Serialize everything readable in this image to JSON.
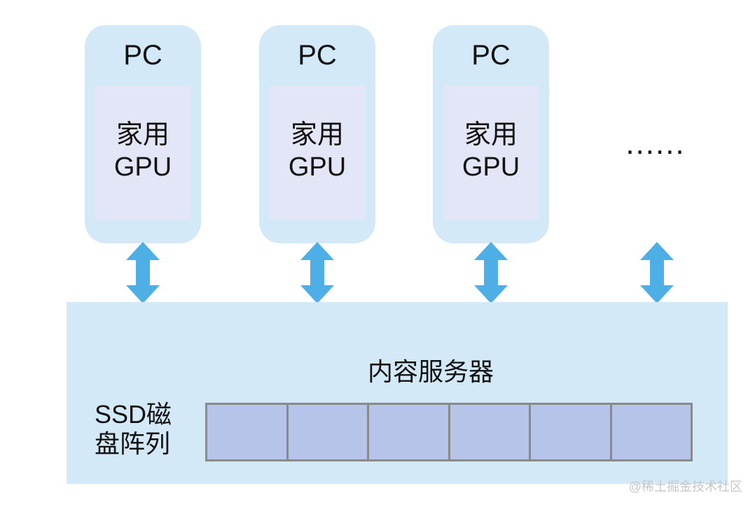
{
  "pcs": [
    {
      "title": "PC",
      "gpu_line1": "家用",
      "gpu_line2": "GPU"
    },
    {
      "title": "PC",
      "gpu_line1": "家用",
      "gpu_line2": "GPU"
    },
    {
      "title": "PC",
      "gpu_line1": "家用",
      "gpu_line2": "GPU"
    }
  ],
  "ellipsis": "......",
  "server": {
    "title": "内容服务器",
    "ssd_line1": "SSD磁",
    "ssd_line2": "盘阵列",
    "disk_slots": 6
  },
  "watermark": "@稀土掘金技术社区",
  "colors": {
    "box_bg": "#d3e9f8",
    "gpu_bg": "#e3e6f6",
    "arrow": "#4dafe5",
    "disk_fill": "#b6c4e9",
    "disk_border": "#8a8a8a"
  }
}
